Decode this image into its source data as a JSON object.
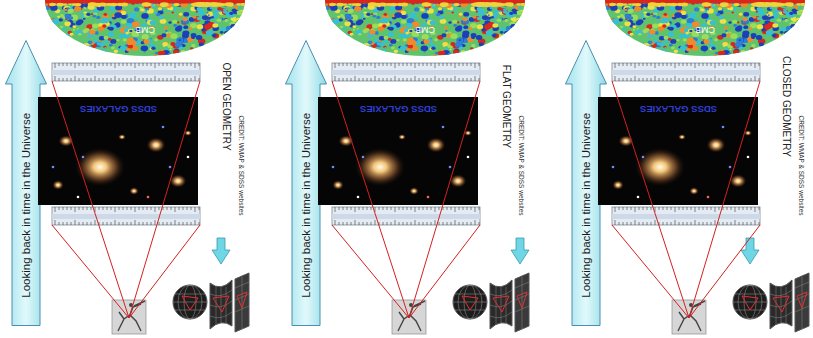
{
  "diagram": {
    "nodes": [
      {
        "text": [
          "Looking back in time in the Universe"
        ]
      },
      {
        "text": [
          "CMB"
        ]
      },
      {
        "text": [
          "SDSS GALAXIES"
        ]
      },
      {
        "text": [
          "Looking back in time in the Universe"
        ]
      },
      {
        "text": [
          "CMB"
        ]
      },
      {
        "text": [
          "SDSS GALAXIES"
        ]
      },
      {
        "text": [
          "Looking back in time in the Universe"
        ]
      },
      {
        "text": [
          "CMB"
        ]
      },
      {
        "text": [
          "SDSS GALAXIES"
        ]
      }
    ],
    "labels": [
      "OPEN GEOMETRY",
      "CREDIT: WMAP & SDSS websites",
      "FLAT GEOMETRY",
      "CREDIT: WMAP & SDSS websites",
      "CLOSED GEOMETRY",
      "CREDIT: WMAP & SDSS websites"
    ]
  }
}
